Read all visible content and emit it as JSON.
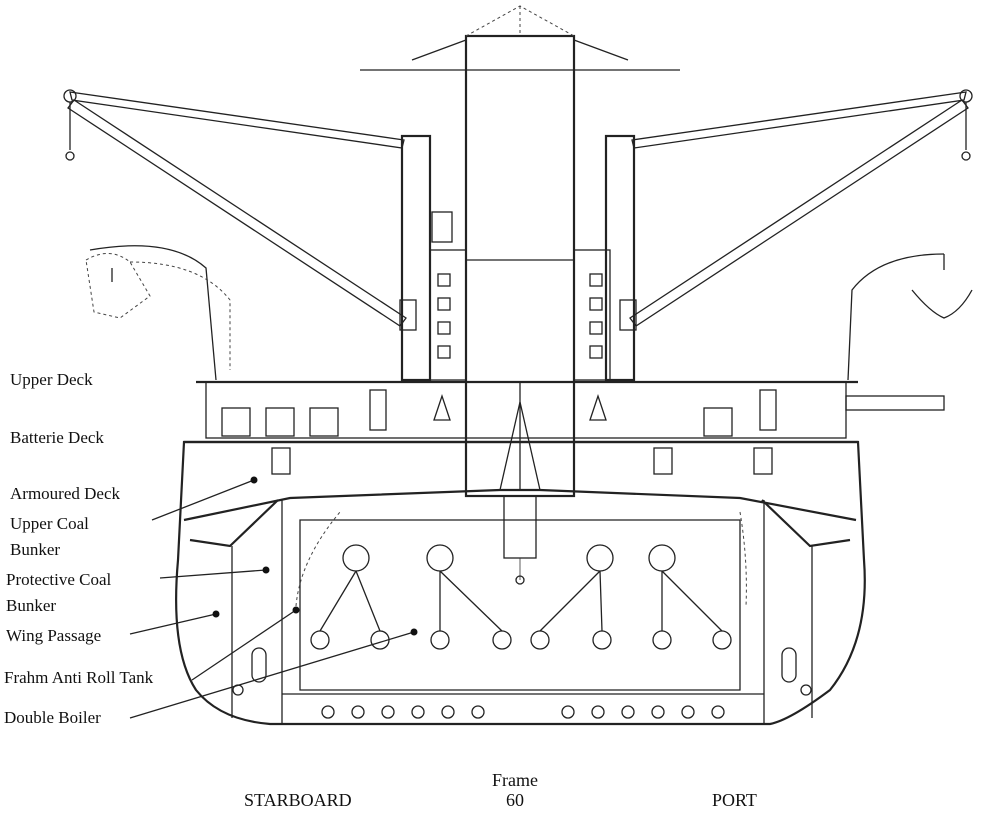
{
  "labels": {
    "upper_deck": "Upper Deck",
    "batterie_deck": "Batterie Deck",
    "armoured_deck": "Armoured Deck",
    "upper_coal_bunker_1": "Upper Coal",
    "upper_coal_bunker_2": "Bunker",
    "protective_coal_bunker_1": "Protective Coal",
    "protective_coal_bunker_2": "Bunker",
    "wing_passage": "Wing Passage",
    "frahm_tank": "Frahm Anti Roll Tank",
    "double_boiler": "Double Boiler"
  },
  "bottom": {
    "starboard": "STARBOARD",
    "frame_word": "Frame",
    "frame_number": "60",
    "port": "PORT"
  },
  "colors": {
    "ink": "#222222",
    "background": "#ffffff"
  }
}
